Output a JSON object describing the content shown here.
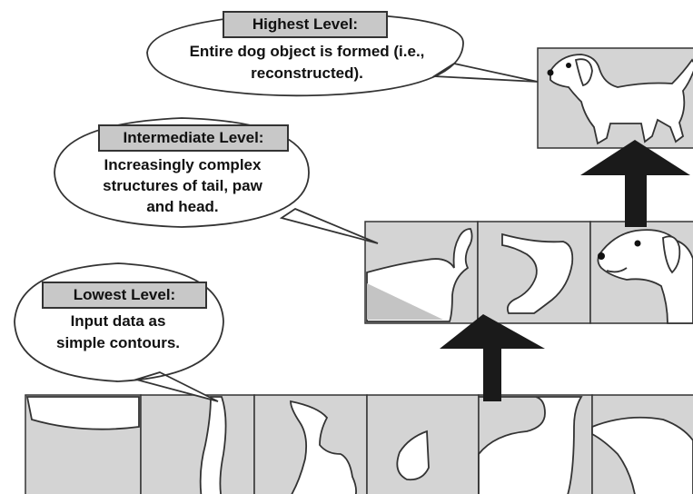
{
  "levels": {
    "highest": {
      "title": "Highest Level:",
      "line1": "Entire dog object is formed (i.e.,",
      "line2": "reconstructed)."
    },
    "intermediate": {
      "title": "Intermediate Level:",
      "line1": "Increasingly complex",
      "line2": "structures of tail, paw",
      "line3": "and head."
    },
    "lowest": {
      "title": "Lowest Level:",
      "line1": "Input data as",
      "line2": "simple contours."
    }
  },
  "colors": {
    "panel_fill": "#d4d4d4",
    "stroke": "#333333",
    "arrow": "#1a1a1a",
    "tag_fill": "#c8c8c8"
  }
}
